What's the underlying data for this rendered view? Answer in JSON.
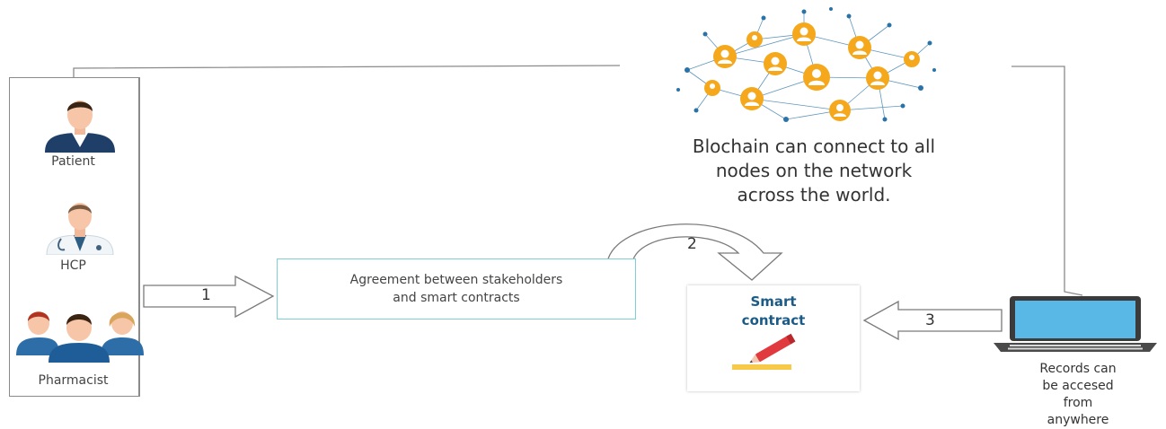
{
  "stakeholders": [
    {
      "label": "Patient",
      "icon": "patient-icon"
    },
    {
      "label": "HCP",
      "icon": "doctor-icon"
    },
    {
      "label": "Pharmacist",
      "icon": "pharmacists-icon"
    }
  ],
  "agreement": {
    "text": "Agreement between stakeholders\nand smart contracts"
  },
  "smart_contract": {
    "title": "Smart\ncontract",
    "icon": "pencil-icon"
  },
  "network": {
    "caption": "Blochain can connect to all\nnodes on the network\nacross the world.",
    "icon": "network-icon"
  },
  "records": {
    "text": "Records can\nbe accesed\nfrom\nanywhere",
    "icon": "laptop-icon"
  },
  "steps": [
    "1",
    "2",
    "3"
  ],
  "colors": {
    "accent_orange": "#f5a81c",
    "teal_border": "#7fd0d2",
    "navy": "#1b5b86",
    "pencil_red": "#e03a3e",
    "pencil_yellow": "#f7c948",
    "laptop_screen": "#5ab8e6"
  }
}
